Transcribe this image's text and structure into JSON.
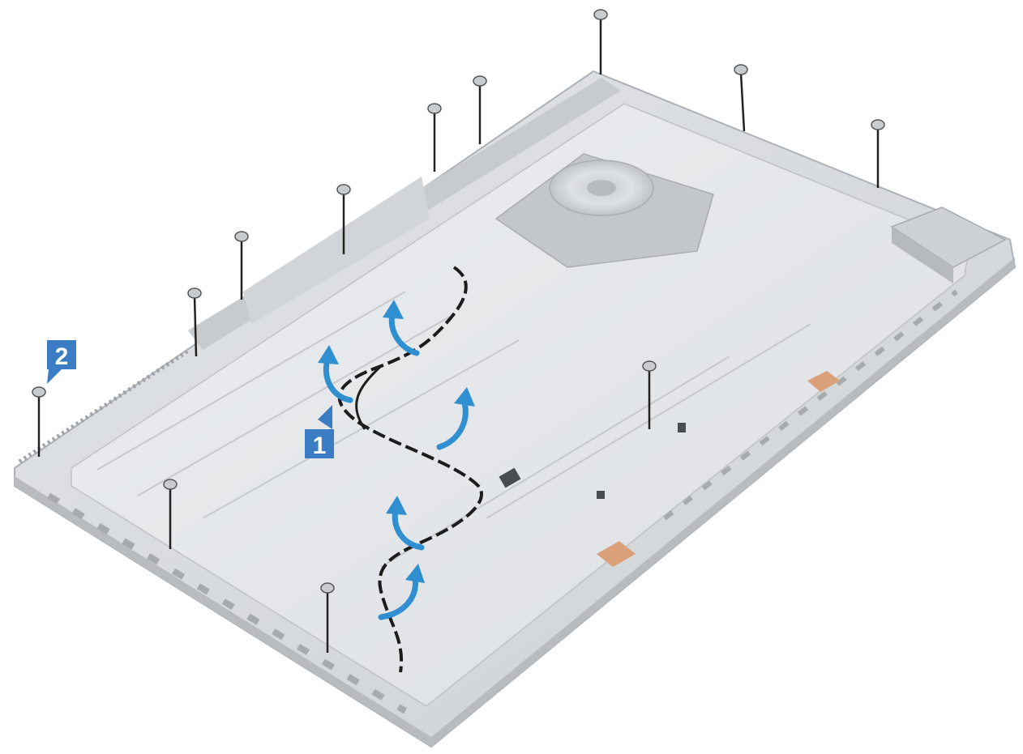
{
  "callouts": [
    {
      "id": "1",
      "label": "1"
    },
    {
      "id": "2",
      "label": "2"
    }
  ],
  "colors": {
    "frame": "#d6d9db",
    "frame_edge": "#b9bdc0",
    "plate": "#e4e6e8",
    "plate_dark": "#c9cdd0",
    "cable": "#1c1c1c",
    "arrow": "#2f8fd0",
    "callout": "#3b7dc4",
    "screw_line": "#222222",
    "copper": "#d9a07a"
  },
  "icons": [
    "screw-icon",
    "rotate-arrow-icon",
    "callout-icon",
    "fan-icon"
  ]
}
